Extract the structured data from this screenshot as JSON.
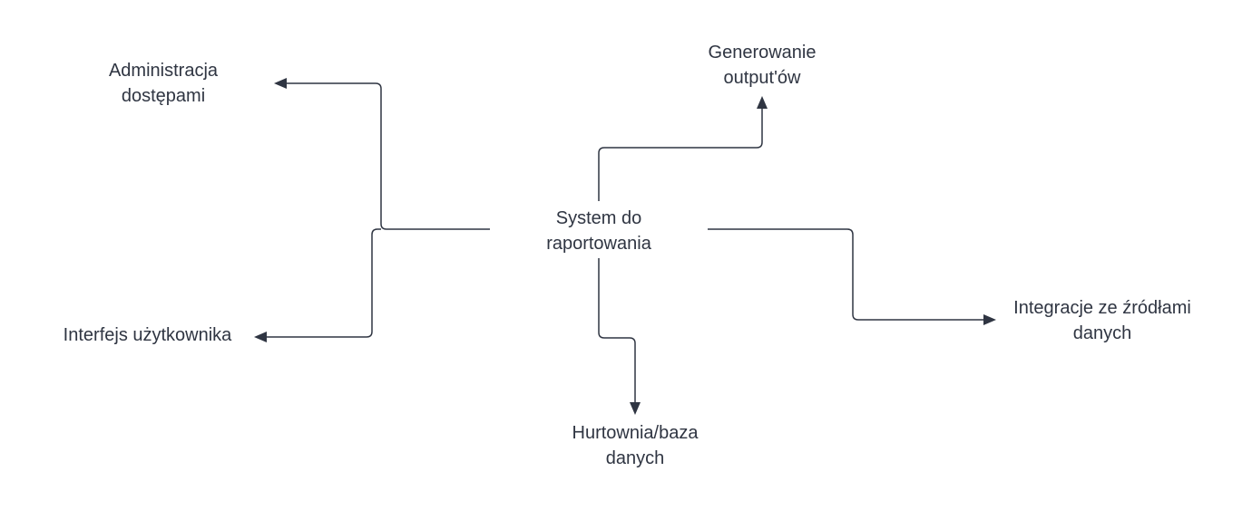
{
  "diagram": {
    "center": "System do\nraportowania",
    "nodes": {
      "admin": "Administracja\ndostępami",
      "output": "Generowanie\noutput'ów",
      "ui": "Interfejs użytkownika",
      "integration": "Integracje ze źródłami\ndanych",
      "warehouse": "Hurtownia/baza\ndanych"
    },
    "edges": [
      {
        "from": "center",
        "to": "admin"
      },
      {
        "from": "center",
        "to": "ui"
      },
      {
        "from": "center",
        "to": "output"
      },
      {
        "from": "center",
        "to": "warehouse"
      },
      {
        "from": "center",
        "to": "integration"
      }
    ]
  },
  "colors": {
    "line": "#2f3542",
    "text": "#2f3542",
    "background": "#ffffff"
  }
}
